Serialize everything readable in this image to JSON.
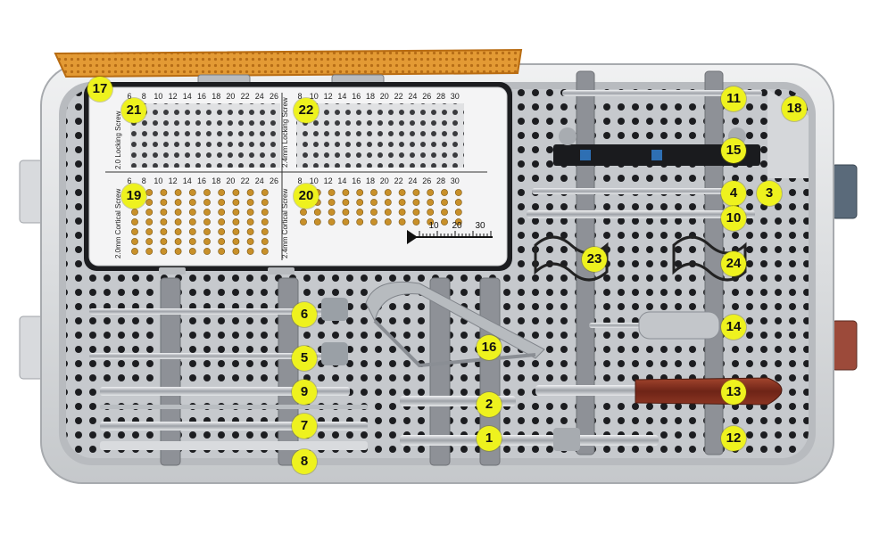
{
  "tray": {
    "colors": {
      "tray_metal": "#c9ccd0",
      "tray_rim": "#e4e6e8",
      "lid_orange": "#e69a2e",
      "screw_gold": "#c8902a",
      "label_yellow": "#eef21e",
      "handle_wood": "#7a2e20",
      "bracket_gray": "#8e9197"
    },
    "screw_box": {
      "upper_scale_left": [
        "6",
        "8",
        "10",
        "12",
        "14",
        "16",
        "18",
        "20",
        "22",
        "24",
        "26"
      ],
      "upper_scale_right": [
        "8",
        "10",
        "12",
        "14",
        "16",
        "18",
        "20",
        "22",
        "24",
        "26",
        "28",
        "30"
      ],
      "lower_scale_left": [
        "6",
        "8",
        "10",
        "12",
        "14",
        "16",
        "18",
        "20",
        "22",
        "24",
        "26"
      ],
      "lower_scale_right": [
        "8",
        "10",
        "12",
        "14",
        "16",
        "18",
        "20",
        "22",
        "24",
        "26",
        "28",
        "30"
      ],
      "label_locking_20": "2.0 Locking Screw",
      "label_locking_24": "2.4mm Locking Screw",
      "label_cortical_20": "2.0mm Cortical Screw",
      "label_cortical_24": "2.4mm Cortical Screw",
      "gauge_ticks": [
        "10",
        "20",
        "30"
      ]
    },
    "markers": [
      {
        "id": "m1",
        "label": "1"
      },
      {
        "id": "m2",
        "label": "2"
      },
      {
        "id": "m3",
        "label": "3"
      },
      {
        "id": "m4",
        "label": "4"
      },
      {
        "id": "m5",
        "label": "5"
      },
      {
        "id": "m6",
        "label": "6"
      },
      {
        "id": "m7",
        "label": "7"
      },
      {
        "id": "m8",
        "label": "8"
      },
      {
        "id": "m9",
        "label": "9"
      },
      {
        "id": "m10",
        "label": "10"
      },
      {
        "id": "m11",
        "label": "11"
      },
      {
        "id": "m12",
        "label": "12"
      },
      {
        "id": "m13",
        "label": "13"
      },
      {
        "id": "m14",
        "label": "14"
      },
      {
        "id": "m15",
        "label": "15"
      },
      {
        "id": "m16",
        "label": "16"
      },
      {
        "id": "m17",
        "label": "17"
      },
      {
        "id": "m18",
        "label": "18"
      },
      {
        "id": "m19",
        "label": "19"
      },
      {
        "id": "m20",
        "label": "20"
      },
      {
        "id": "m21",
        "label": "21"
      },
      {
        "id": "m22",
        "label": "22"
      },
      {
        "id": "m23",
        "label": "23"
      },
      {
        "id": "m24",
        "label": "24"
      }
    ]
  }
}
